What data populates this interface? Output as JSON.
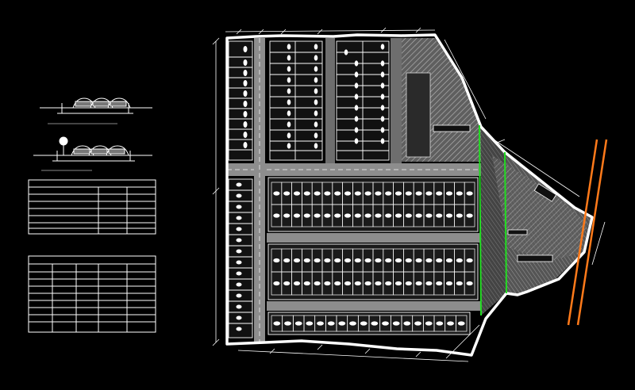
{
  "drawing": {
    "background": "#000000",
    "line_color": "#ffffff",
    "hatch_color": "#8a8a8a",
    "road_color": "#a8a8a8",
    "boundary_color": "#ffffff",
    "green_line_color": "#22dd22",
    "orange_line_color": "#ff7a1a"
  },
  "layers": [
    "section-views",
    "schedule-tables",
    "site-boundary",
    "internal-roads",
    "lot-blocks",
    "parking-rows",
    "hatched-zones",
    "dimension-lines",
    "green-lines",
    "orange-road"
  ]
}
